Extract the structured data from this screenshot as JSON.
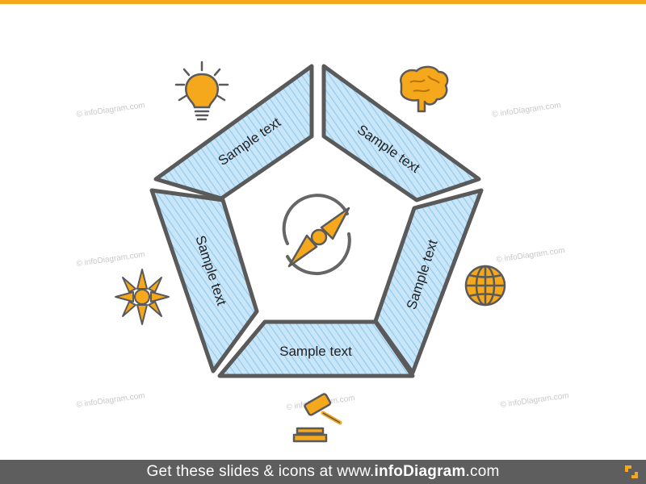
{
  "colors": {
    "accent": "#f5a81c",
    "segment_fill": "#bfe0f7",
    "segment_hatch": "#86c3ec",
    "outline": "#5a5a5a",
    "footer_bg": "#5e5e5e",
    "watermark": "#c8c8c8"
  },
  "diagram": {
    "segments": [
      {
        "label": "Sample text"
      },
      {
        "label": "Sample text"
      },
      {
        "label": "Sample text"
      },
      {
        "label": "Sample text"
      },
      {
        "label": "Sample text"
      }
    ],
    "center_icon": "compass-icon",
    "icons": [
      "lightbulb-icon",
      "brain-icon",
      "globe-icon",
      "gavel-icon",
      "wind-rose-icon"
    ]
  },
  "watermark": "© infoDiagram.com",
  "footer": {
    "prefix": "Get these slides & icons at www.",
    "brand": "infoDiagram",
    "suffix": ".com"
  }
}
